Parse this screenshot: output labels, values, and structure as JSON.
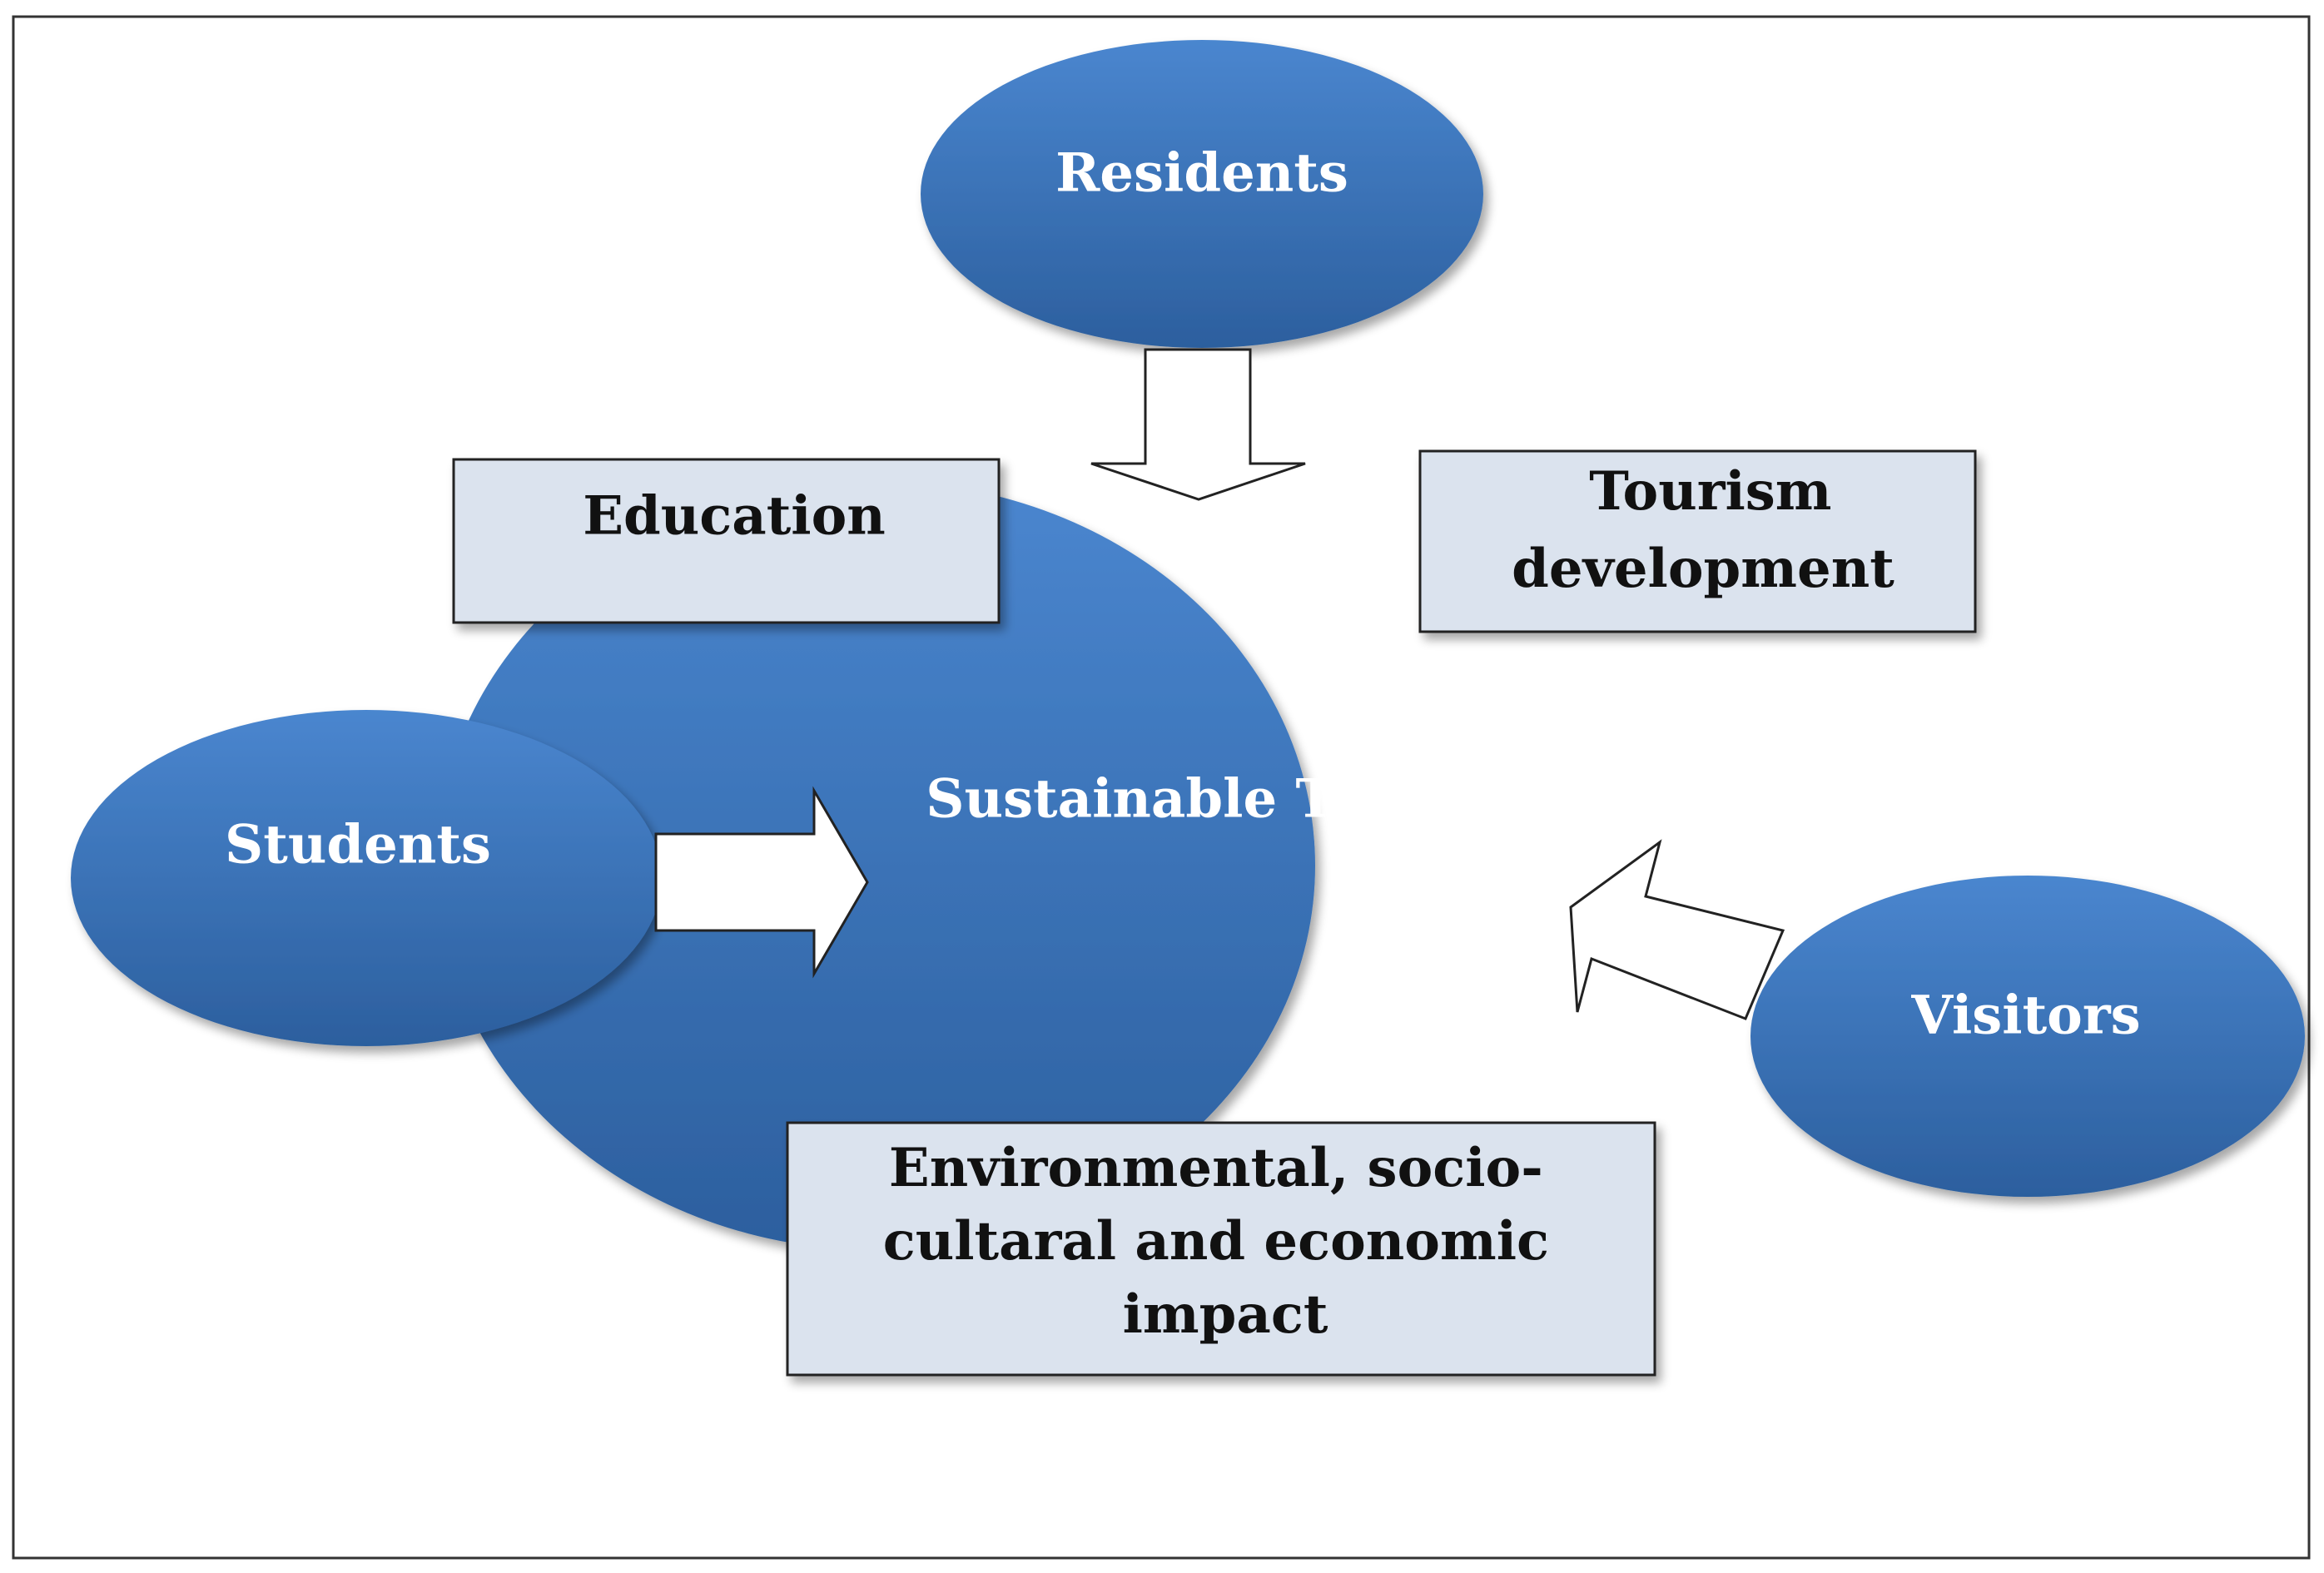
{
  "diagram": {
    "nodes": {
      "residents": "Residents",
      "students": "Students",
      "visitors": "Visitors",
      "center": "Sustainable Tourism"
    },
    "boxes": {
      "education": "Education",
      "tourism_development": [
        "Tourism",
        "development"
      ],
      "impact": [
        "Environmental, socio-",
        "cultaral and economic",
        "impact"
      ]
    },
    "colors": {
      "ellipse_light": "#4a86cf",
      "ellipse_dark": "#2c5f9e",
      "box_fill": "#dbe3ee",
      "box_border": "#222222",
      "arrow_fill": "#ffffff"
    }
  }
}
